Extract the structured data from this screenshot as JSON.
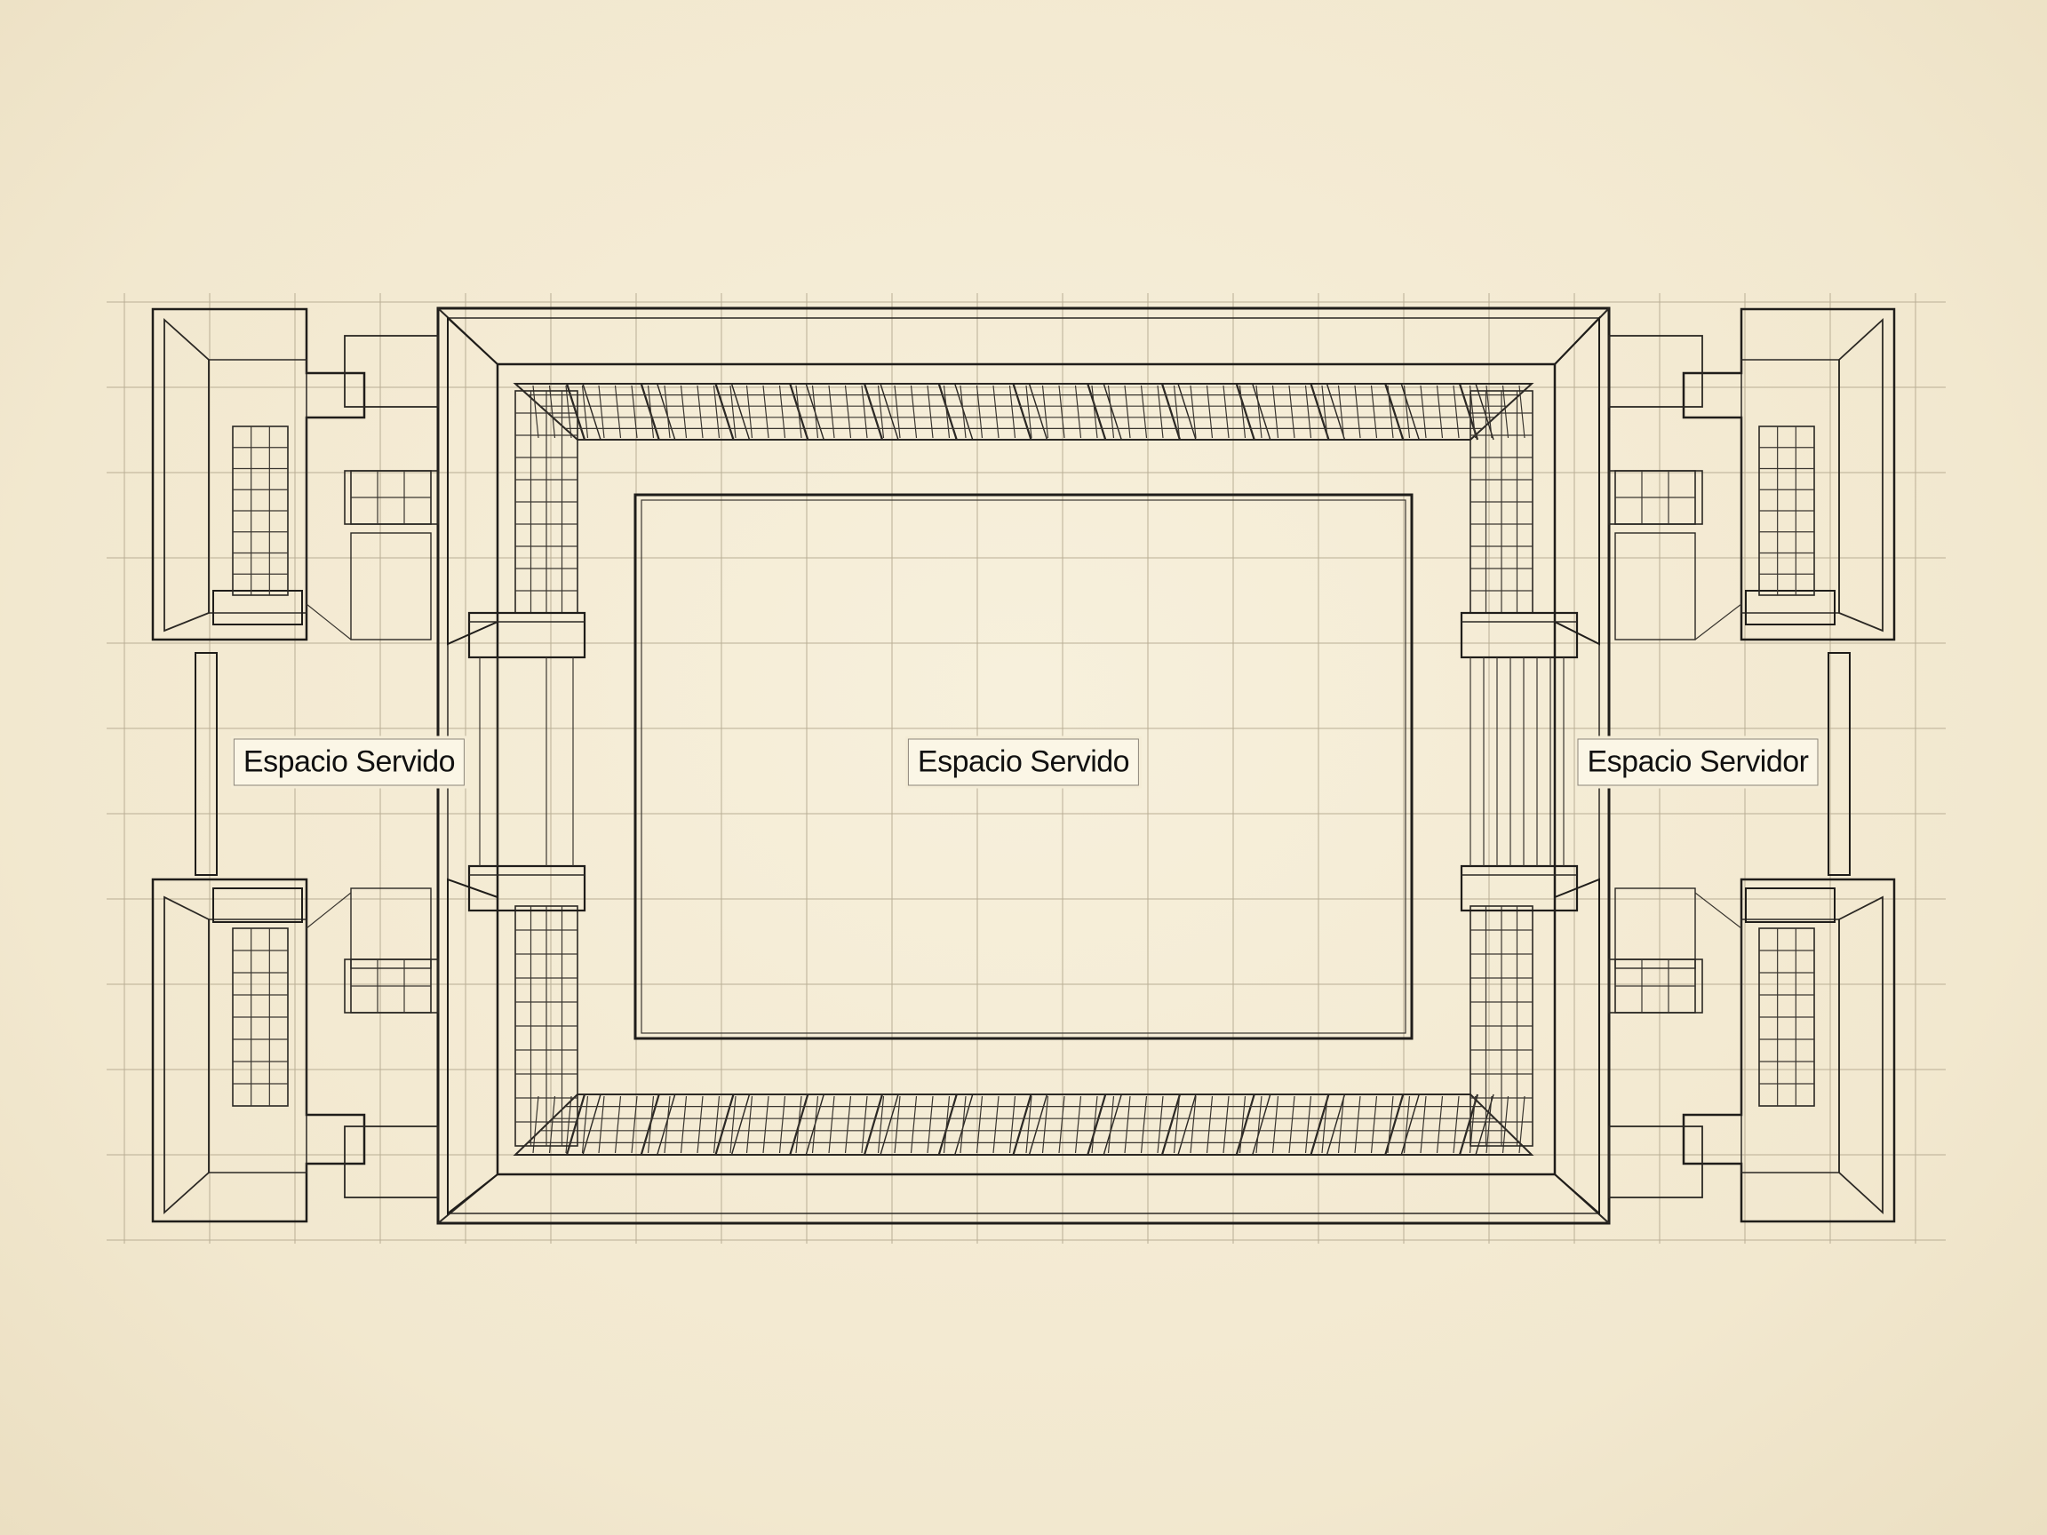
{
  "labels": {
    "left": "Espacio Servido",
    "center": "Espacio Servido",
    "right": "Espacio Servidor"
  },
  "colors": {
    "paper": "#f4ecd6",
    "ink": "#1f1d1a",
    "label_border": "#8d867a"
  }
}
